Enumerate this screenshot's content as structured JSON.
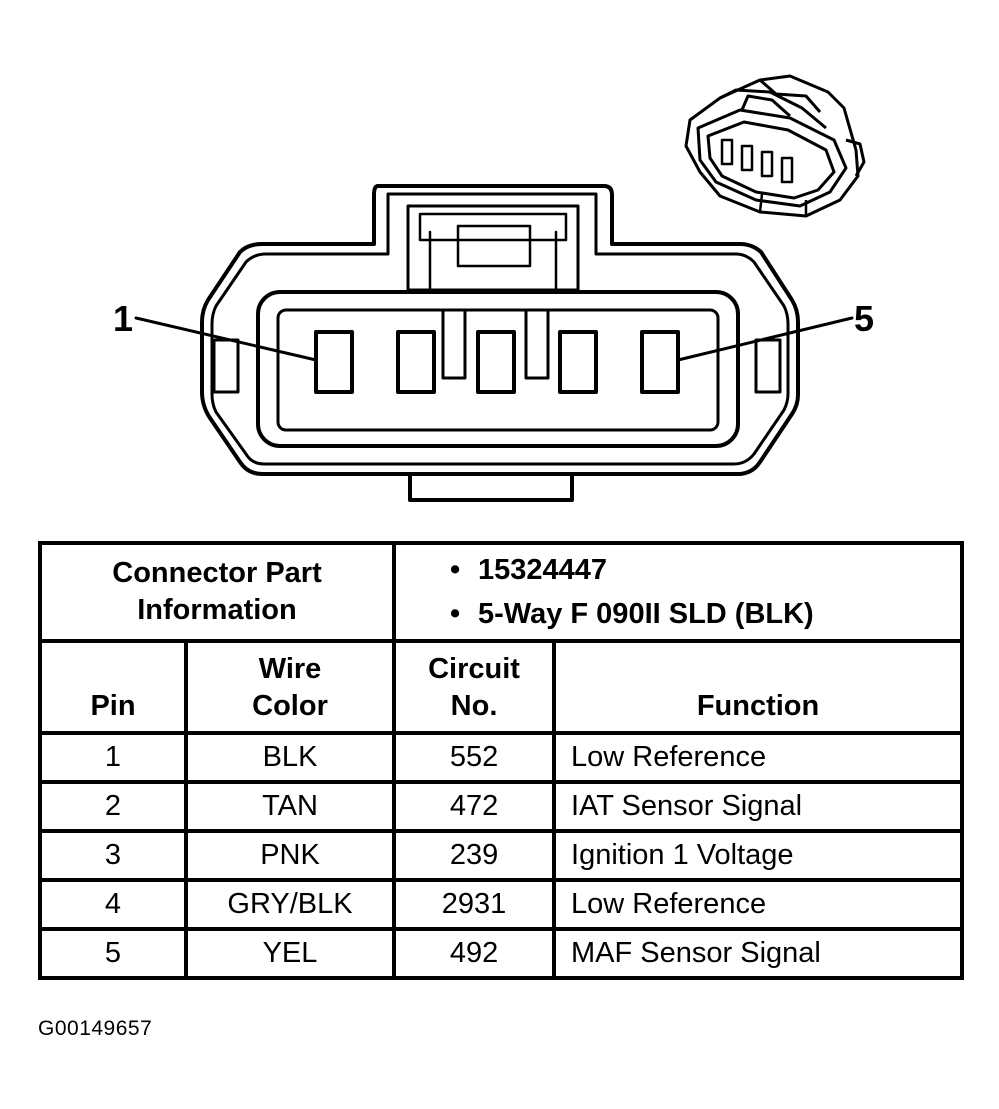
{
  "diagram": {
    "pin_label_left": "1",
    "pin_label_right": "5"
  },
  "table": {
    "part_header_line1": "Connector Part",
    "part_header_line2": "Information",
    "part_numbers": [
      "15324447",
      "5-Way F 090II SLD (BLK)"
    ],
    "bullet_glyph": "•",
    "col_headers": {
      "pin": "Pin",
      "wire_line1": "Wire",
      "wire_line2": "Color",
      "circuit_line1": "Circuit",
      "circuit_line2": "No.",
      "function": "Function"
    },
    "rows": [
      {
        "pin": "1",
        "wire": "BLK",
        "circuit": "552",
        "function": "Low Reference"
      },
      {
        "pin": "2",
        "wire": "TAN",
        "circuit": "472",
        "function": "IAT Sensor Signal"
      },
      {
        "pin": "3",
        "wire": "PNK",
        "circuit": "239",
        "function": "Ignition 1 Voltage"
      },
      {
        "pin": "4",
        "wire": "GRY/BLK",
        "circuit": "2931",
        "function": "Low Reference"
      },
      {
        "pin": "5",
        "wire": "YEL",
        "circuit": "492",
        "function": "MAF Sensor Signal"
      }
    ]
  },
  "footer": {
    "figure_id": "G00149657"
  }
}
